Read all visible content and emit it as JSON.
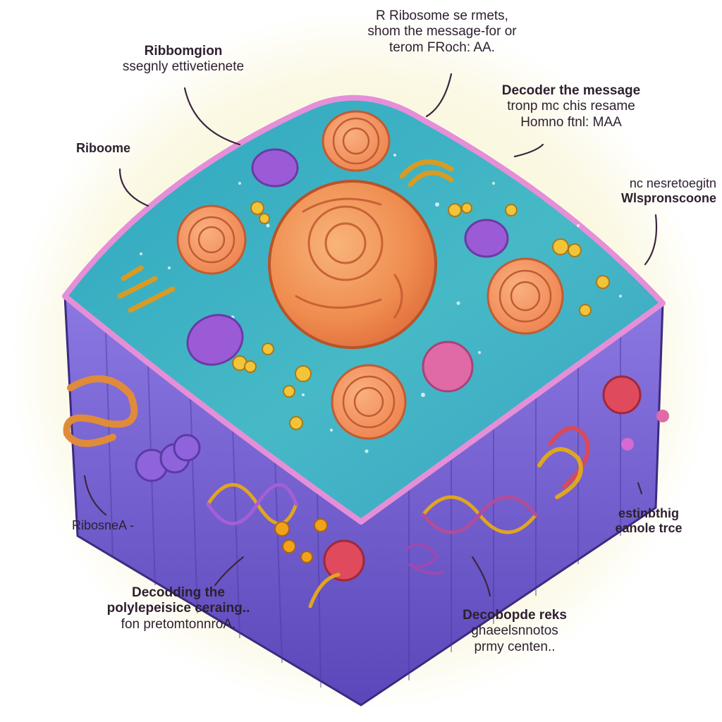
{
  "labels": {
    "top_center": [
      "R Ribosome se rmets,",
      "shom the message-for or",
      "terom FRoch: AA."
    ],
    "top_left": [
      "Ribbomgion",
      "ssegnly ettivetienete"
    ],
    "right_upper": [
      "Decoder the message",
      "tronp mc chis resame",
      "Homno ftnl: MAA"
    ],
    "left_ribosome": "Riboome",
    "right_middle": [
      "nc nesretoegitn",
      "Wlspronscoone"
    ],
    "left_mid": "RibosneA -",
    "right_lower": [
      "estinbthig",
      "eanole trce"
    ],
    "bottom_left": [
      "Decodding the",
      "polylepeisice ceraing..",
      "fon pretomtonnroA."
    ],
    "bottom_right": [
      "Decobopde reks",
      "ghaeelsnnotos",
      "prmy centen.."
    ]
  },
  "colors": {
    "cytoplasm": "#3fb3c6",
    "membrane": "#6a54c4",
    "membrane_rim": "#d98ad6",
    "nucleus": "#f19a5a",
    "organelle_orange": "#f39b67",
    "purple_blob": "#9b5bd6",
    "yellow": "#f2c437",
    "text": "#2d1f2f",
    "leader": "#3d2640"
  }
}
